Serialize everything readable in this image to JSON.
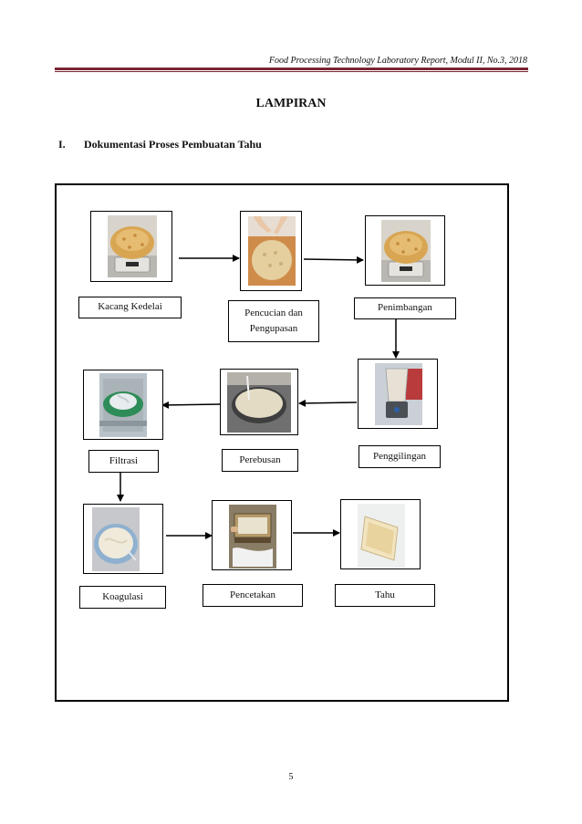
{
  "header": {
    "running_title": "Food Processing Technology Laboratory Report, Modul II, No.3, 2018"
  },
  "section": {
    "title": "LAMPIRAN"
  },
  "subsection": {
    "number": "I.",
    "title": "Dokumentasi Proses Pembuatan Tahu"
  },
  "steps": [
    {
      "label": "Kacang Kedelai",
      "photo": "soybeans-on-scale"
    },
    {
      "label": "Pencucian dan Pengupasan",
      "photo": "washing-soybeans"
    },
    {
      "label": "Penimbangan",
      "photo": "soybeans-on-scale"
    },
    {
      "label": "Penggilingan",
      "photo": "blender"
    },
    {
      "label": "Perebusan",
      "photo": "boiling-pot"
    },
    {
      "label": "Filtrasi",
      "photo": "filter-cloth"
    },
    {
      "label": "Koagulasi",
      "photo": "coagulating-bowl"
    },
    {
      "label": "Pencetakan",
      "photo": "tofu-mold-press"
    },
    {
      "label": "Tahu",
      "photo": "finished-tofu-tray"
    }
  ],
  "page": {
    "number": "5"
  },
  "colors": {
    "header_rule": "#7a2331",
    "frame_border": "#000000"
  }
}
